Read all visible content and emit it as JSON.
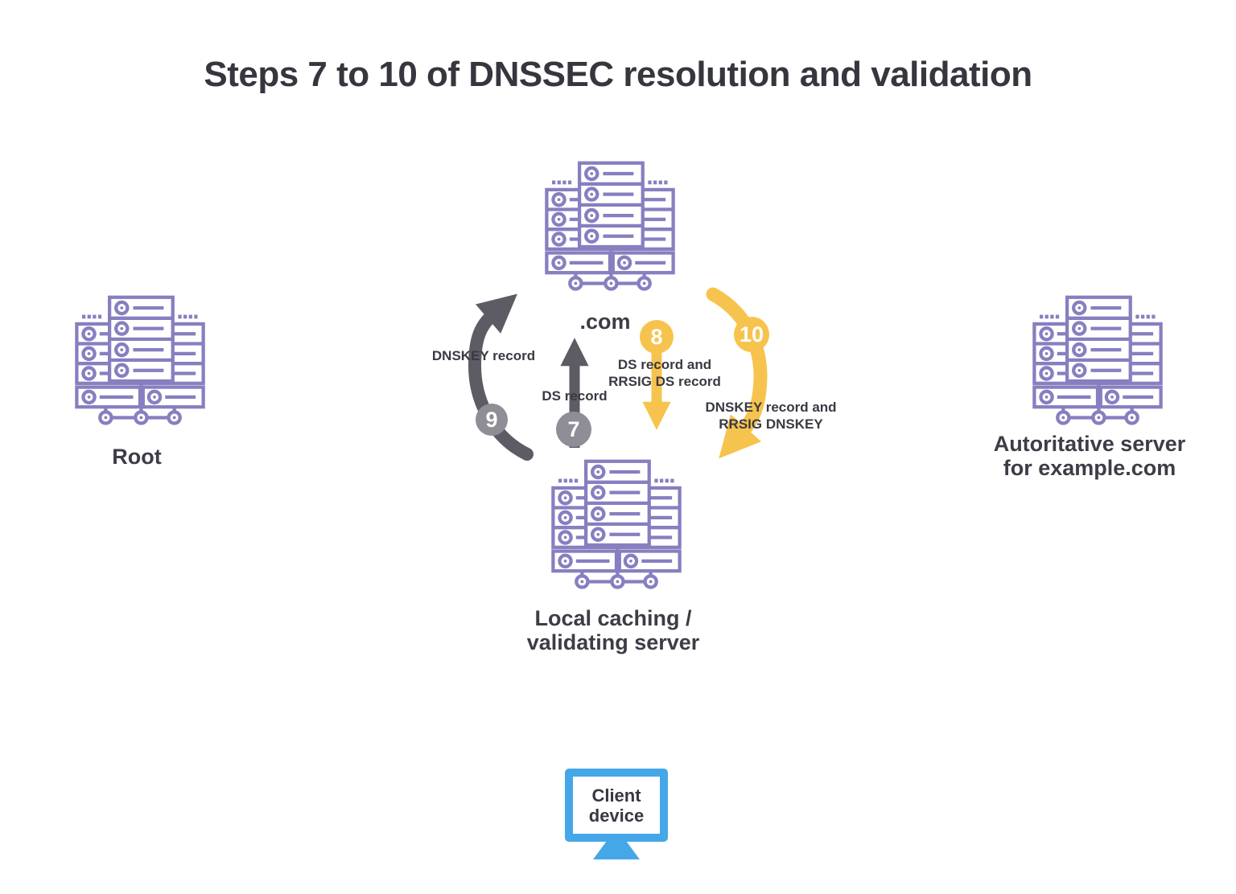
{
  "title": "Steps 7 to 10 of DNSSEC resolution and validation",
  "colors": {
    "server_purple": "#867fc0",
    "arrow_gray": "#5d5b63",
    "circle_gray": "#8f8d96",
    "arrow_yellow": "#f6c44e",
    "client_blue": "#45a7e8",
    "text_dark": "#3b3942"
  },
  "icons": {
    "server": "server-rack-icon",
    "client": "monitor-icon"
  },
  "nodes": {
    "com": {
      "label": ".com"
    },
    "root": {
      "label": "Root"
    },
    "authoritative": {
      "label_line1": "Autoritative server",
      "label_line2": "for example.com"
    },
    "local": {
      "label_line1": "Local caching /",
      "label_line2": "validating server"
    },
    "client": {
      "label_line1": "Client",
      "label_line2": "device"
    }
  },
  "steps": {
    "s7": {
      "number": "7",
      "label": "DS record",
      "from": "local",
      "to": "com",
      "color": "gray"
    },
    "s8": {
      "number": "8",
      "label_line1": "DS record and",
      "label_line2": "RRSIG DS record",
      "from": "com",
      "to": "local",
      "color": "yellow"
    },
    "s9": {
      "number": "9",
      "label": "DNSKEY record",
      "from": "local",
      "to": "com",
      "color": "gray"
    },
    "s10": {
      "number": "10",
      "label_line1": "DNSKEY record and",
      "label_line2": "RRSIG DNSKEY",
      "from": "com",
      "to": "local",
      "color": "yellow"
    }
  }
}
